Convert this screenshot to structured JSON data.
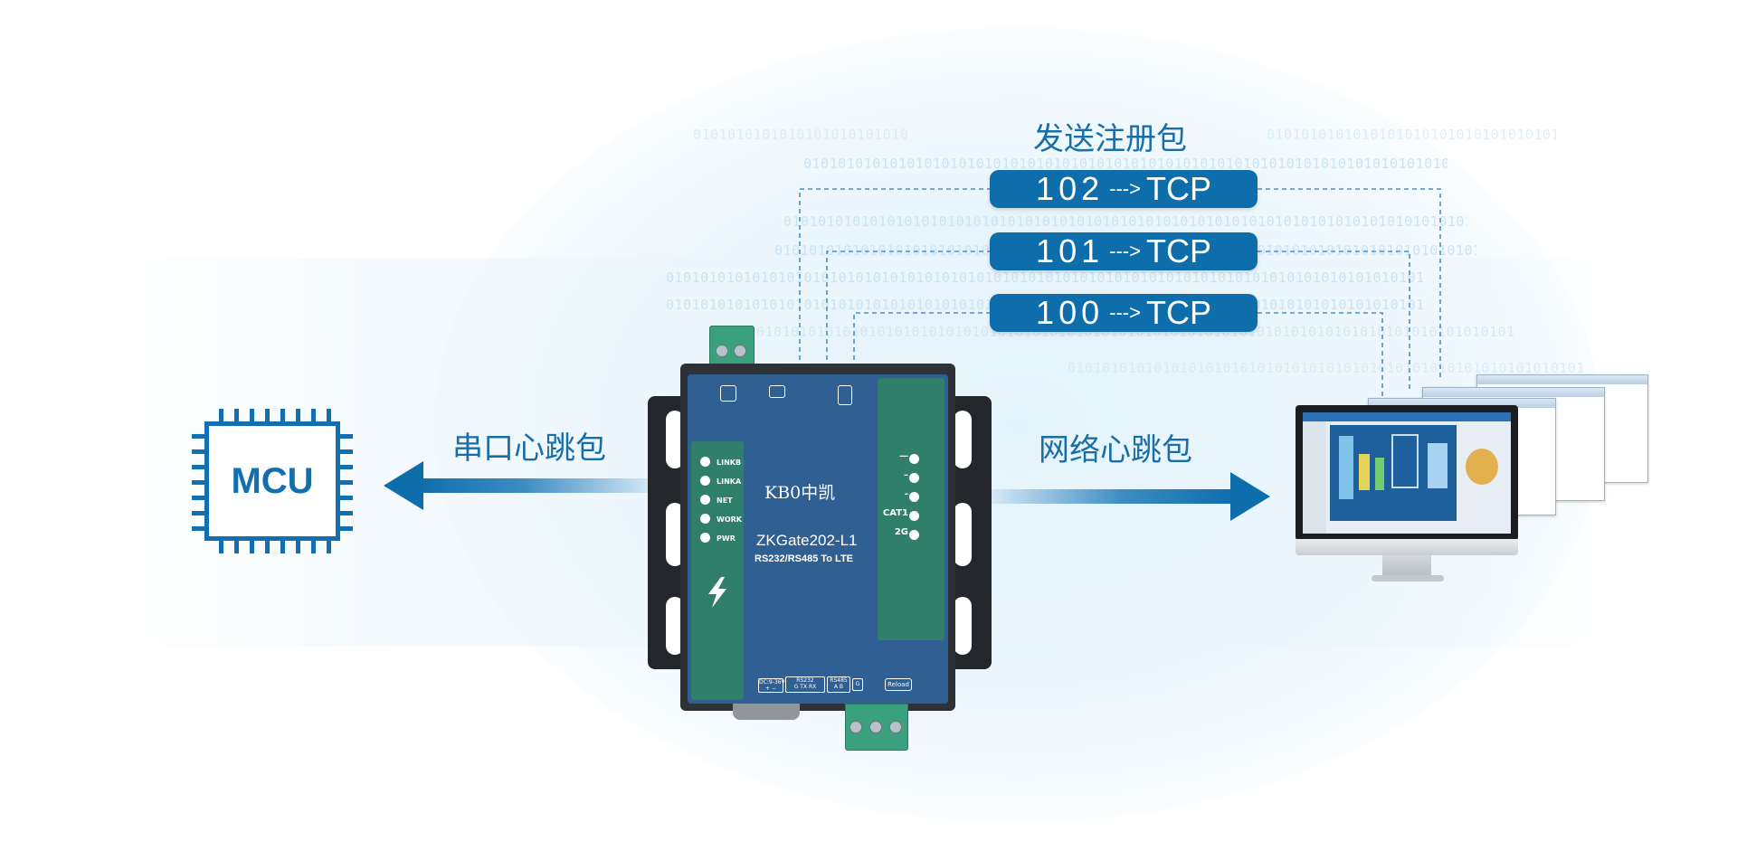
{
  "labels": {
    "send_registration": "发送注册包",
    "serial_heartbeat": "串口心跳包",
    "network_heartbeat": "网络心跳包"
  },
  "packets": [
    {
      "code": "102",
      "arrow": "--->",
      "protocol": "TCP"
    },
    {
      "code": "101",
      "arrow": "--->",
      "protocol": "TCP"
    },
    {
      "code": "100",
      "arrow": "--->",
      "protocol": "TCP"
    }
  ],
  "mcu": {
    "label": "MCU"
  },
  "device": {
    "brand": "KB0中凯",
    "model": "ZKGate202-L1",
    "interfaces": "RS232/RS485 To LTE",
    "left_leds": [
      "LINKB",
      "LINKA",
      "NET",
      "WORK",
      "PWR"
    ],
    "right_leds": [
      "—",
      "–",
      "-",
      "CAT1",
      "2G"
    ],
    "ports": {
      "power": "DC:9-36V",
      "power_pins": "+  −",
      "rs232": "RS232",
      "rs232_pins": "G  TX  RX",
      "rs485": "RS485",
      "rs485_pins": "A  B",
      "ground": "G",
      "reload": "Reload"
    }
  },
  "binary_text": "0101010101010101010101010101010101010101010101010101010101010101010101010101010101010101",
  "colors": {
    "accent_blue": "#0e6eab",
    "device_blue": "#2f5f93",
    "device_green": "#2f7f6b",
    "dash_line": "#4d8fc4"
  }
}
